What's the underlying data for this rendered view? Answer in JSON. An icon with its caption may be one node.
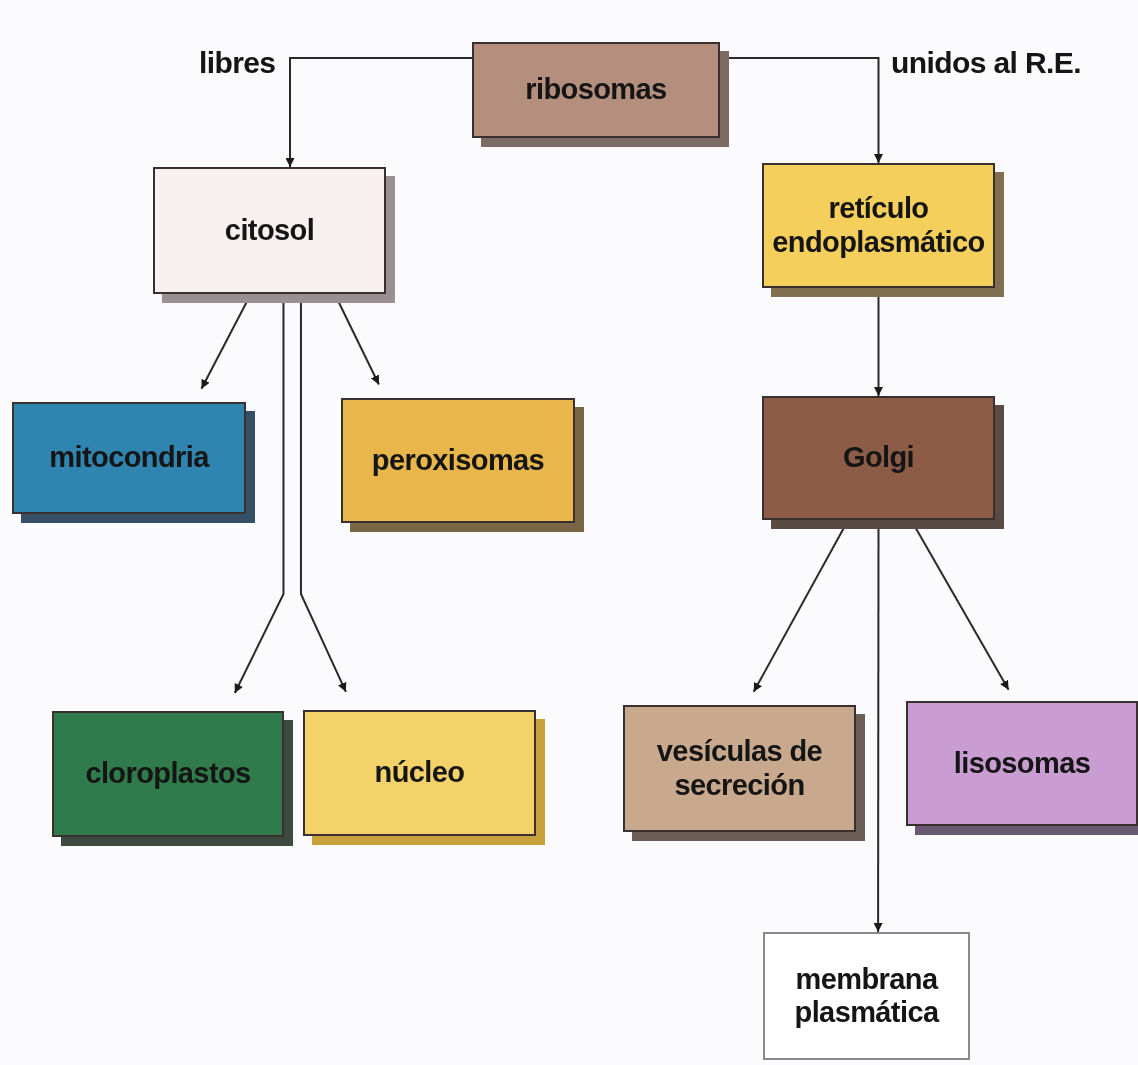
{
  "diagram": {
    "nodes": [
      {
        "text": [
          "ribosomas"
        ]
      },
      {
        "text": [
          "citosol"
        ]
      },
      {
        "text": [
          "retículo endoplasmático"
        ]
      },
      {
        "text": [
          "mitocondria"
        ]
      },
      {
        "text": [
          "peroxisomas"
        ]
      },
      {
        "text": [
          "Golgi"
        ]
      },
      {
        "text": [
          "cloroplastos"
        ]
      },
      {
        "text": [
          "núcleo"
        ]
      },
      {
        "text": [
          "vesículas de secreción"
        ]
      },
      {
        "text": [
          "lisosomas"
        ]
      },
      {
        "text": [
          "membrana plasmática"
        ]
      }
    ],
    "edges": [
      {
        "from": 0,
        "to": 1,
        "arrow": "to",
        "label": "libres"
      },
      {
        "from": 0,
        "to": 2,
        "arrow": "to",
        "label": "unidos al R.E."
      },
      {
        "from": 1,
        "to": 3,
        "arrow": "to"
      },
      {
        "from": 1,
        "to": 4,
        "arrow": "to"
      },
      {
        "from": 1,
        "to": 6,
        "arrow": "to"
      },
      {
        "from": 1,
        "to": 7,
        "arrow": "to"
      },
      {
        "from": 2,
        "to": 5,
        "arrow": "to"
      },
      {
        "from": 5,
        "to": 8,
        "arrow": "to"
      },
      {
        "from": 5,
        "to": 9,
        "arrow": "to"
      },
      {
        "from": 5,
        "to": 10,
        "arrow": "to"
      }
    ]
  }
}
